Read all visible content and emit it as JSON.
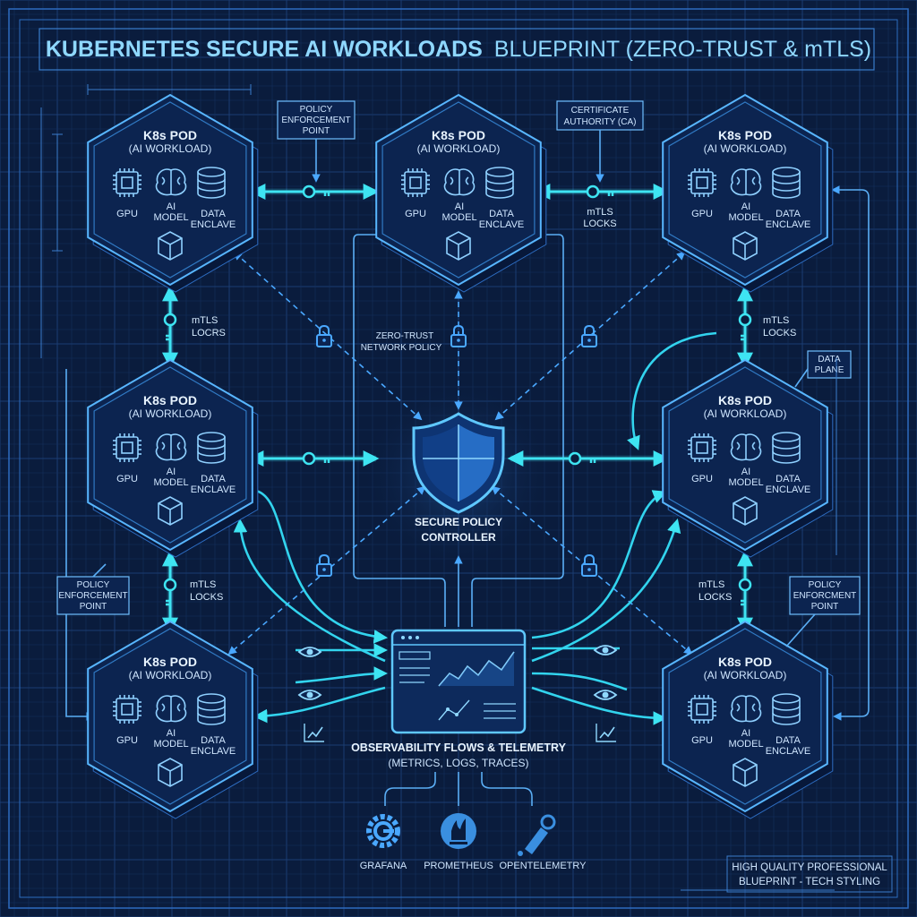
{
  "title": "KUBERNETES SECURE AI WORKLOADS",
  "title_suffix": "BLUEPRINT (ZERO-TRUST & mTLS)",
  "pods": [
    {
      "title": "K8s POD",
      "subtitle": "(AI WORKLOAD)",
      "gpu": "GPU",
      "model": [
        "AI",
        "MODEL"
      ],
      "data": [
        "DATA",
        "ENCLAVE"
      ]
    },
    {
      "title": "K8s POD",
      "subtitle": "(AI WORKLOAD)",
      "gpu": "GPU",
      "model": [
        "AI",
        "MODEL"
      ],
      "data": [
        "DATA",
        "ENCLAVE"
      ]
    },
    {
      "title": "K8s POD",
      "subtitle": "(AI WORKLOAD)",
      "gpu": "GPU",
      "model": [
        "AI",
        "MODEL"
      ],
      "data": [
        "DATA",
        "ENCLAVE"
      ]
    },
    {
      "title": "K8s POD",
      "subtitle": "(AI WORKLOAD)",
      "gpu": "GPU",
      "model": [
        "AI",
        "MODEL"
      ],
      "data": [
        "DATA",
        "ENCLAVE"
      ]
    },
    {
      "title": "K8s POD",
      "subtitle": "(AI WORKLOAD)",
      "gpu": "GPU",
      "model": [
        "AI",
        "MODEL"
      ],
      "data": [
        "DATA",
        "ENCLAVE"
      ]
    },
    {
      "title": "K8s POD",
      "subtitle": "(AI WORKLOAD)",
      "gpu": "GPU",
      "model": [
        "AI",
        "MODEL"
      ],
      "data": [
        "DATA",
        "ENCLAVE"
      ]
    },
    {
      "title": "K8s POD",
      "subtitle": "(AI WORKLOAD)",
      "gpu": "GPU",
      "model": [
        "AI",
        "MODEL"
      ],
      "data": [
        "DATA",
        "ENCLAVE"
      ]
    }
  ],
  "callouts": {
    "pep_top": [
      "POLICY",
      "ENFORCEMENT",
      "POINT"
    ],
    "ca": [
      "CERTIFICATE",
      "AUTHORITY (CA)"
    ],
    "pep_left": [
      "POLICY",
      "ENFORCEMENT",
      "POINT"
    ],
    "pep_right": [
      "POLICY",
      "ENFORCMENT",
      "POINT"
    ],
    "data_plane": [
      "DATA",
      "PLANE"
    ]
  },
  "mtls": {
    "top_right": [
      "mTLS",
      "LOCKS"
    ],
    "left_upper": [
      "mTLS",
      "LOCRS"
    ],
    "left_lower": [
      "mTLS",
      "LOCKS"
    ],
    "right_upper": [
      "mTLS",
      "LOCKS"
    ],
    "right_lower": [
      "mTLS",
      "LOCKS"
    ]
  },
  "zero_trust": [
    "ZERO-TRUST",
    "NETWORK POLICY"
  ],
  "controller": [
    "SECURE POLICY",
    "CONTROLLER"
  ],
  "observability": {
    "title": "OBSERVABILITY FLOWS & TELEMETRY",
    "subtitle": "(METRICS, LOGS, TRACES)"
  },
  "tools": [
    "GRAFANA",
    "PROMETHEUS",
    "OPENTELEMETRY"
  ],
  "footer": [
    "HIGH QUALITY PROFESSIONAL",
    "BLUEPRINT - TECH STYLING"
  ],
  "colors": {
    "background": "#0a1c3d",
    "accent_cyan": "#3ee4f2",
    "accent_blue": "#58b6ff",
    "title": "#8fd8ff"
  },
  "icons": [
    "gpu-chip-icon",
    "brain-icon",
    "database-icon",
    "cube-icon",
    "key-icon",
    "padlock-icon",
    "shield-icon",
    "eye-icon",
    "trend-icon",
    "grafana-icon",
    "prometheus-icon",
    "opentelemetry-icon",
    "dashboard-monitor-icon"
  ]
}
